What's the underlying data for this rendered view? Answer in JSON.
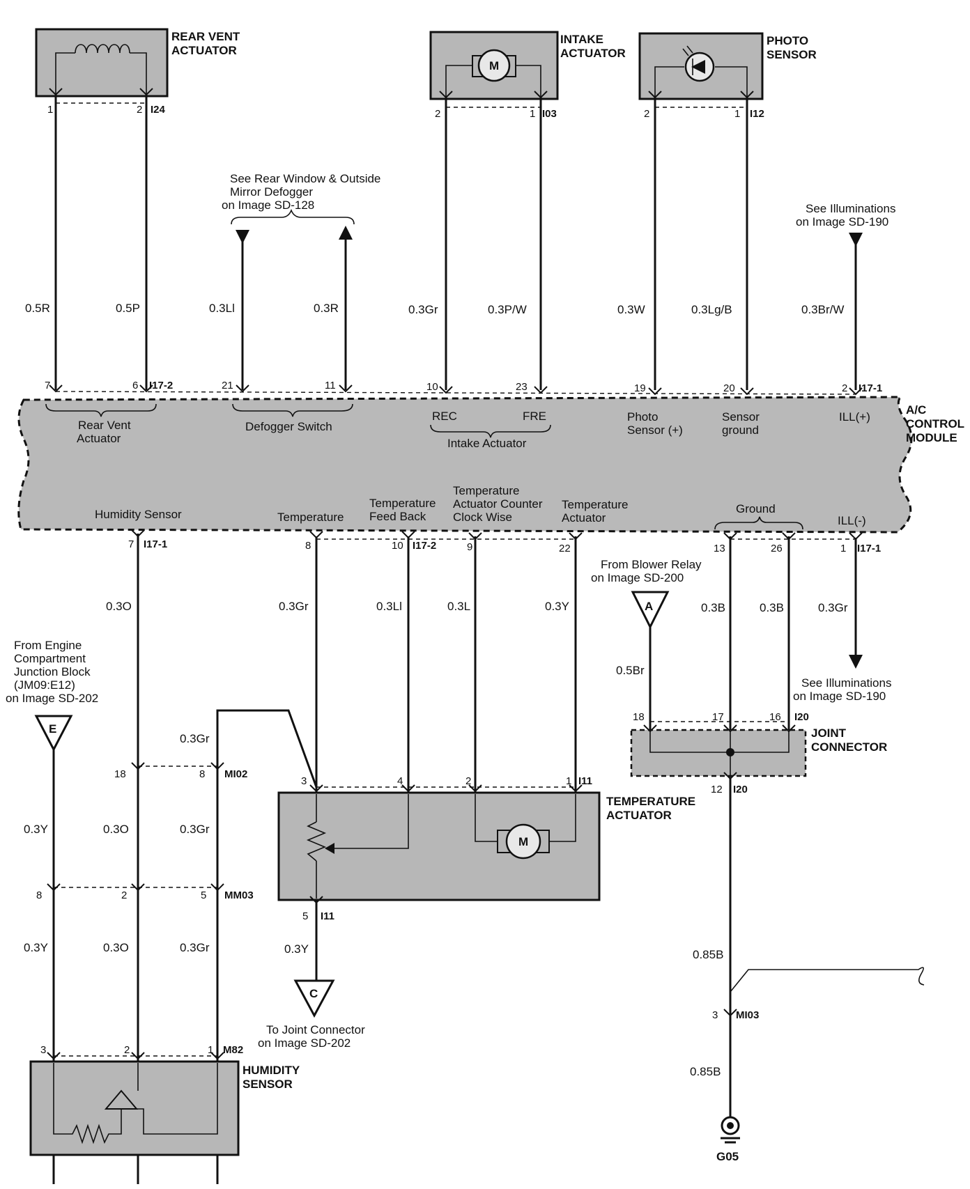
{
  "components": {
    "rear_vent_actuator": "REAR VENT\nACTUATOR",
    "intake_actuator": "INTAKE\nACTUATOR",
    "photo_sensor": "PHOTO\nSENSOR",
    "ac_control_module": "A/C\nCONTROL\nMODULE",
    "joint_connector": "JOINT\nCONNECTOR",
    "temperature_actuator": "TEMPERATURE\nACTUATOR",
    "humidity_sensor": "HUMIDITY\nSENSOR",
    "motor_symbol": "M",
    "ground": "G05"
  },
  "connectors": {
    "i24": "I24",
    "i03": "I03",
    "i12": "I12",
    "i17_2_top": "I17-2",
    "i17_1_top": "I17-1",
    "i17_1_bot_left": "I17-1",
    "i17_2_bot": "I17-2",
    "i17_1_bot_right": "I17-1",
    "i20_top": "I20",
    "i20_bottom": "I20",
    "mi02": "MI02",
    "mm03": "MM03",
    "i11_top": "I11",
    "i11_bottom": "I11",
    "m82": "M82",
    "mi03": "MI03"
  },
  "references": {
    "defogger": "See Rear Window & Outside\nMirror Defogger\non Image SD-128",
    "illum_top": "See Illuminations\non Image SD-190",
    "illum_bottom": "See Illuminations\non Image SD-190",
    "blower_relay": "From Blower Relay\non Image SD-200",
    "engine_junction": "From Engine\nCompartment\nJunction Block\n(JM09:E12)\non Image SD-202",
    "joint_connector_to": "To Joint Connector\non Image SD-202",
    "tag_a": "A",
    "tag_e": "E",
    "tag_c": "C"
  },
  "module_labels": {
    "rear_vent": "Rear Vent\nActuator",
    "defogger_switch": "Defogger Switch",
    "rec": "REC",
    "fre": "FRE",
    "intake_actuator": "Intake Actuator",
    "photo_sensor_plus": "Photo\nSensor (+)",
    "sensor_ground": "Sensor\nground",
    "ill_plus": "ILL(+)",
    "humidity_sensor": "Humidity Sensor",
    "temperature": "Temperature",
    "temp_feedback": "Temperature\nFeed Back",
    "temp_ccw": "Temperature\nActuator Counter\nClock Wise",
    "temp_actuator": "Temperature\nActuator",
    "ground": "Ground",
    "ill_minus": "ILL(-)"
  },
  "wires": {
    "w_05r": "0.5R",
    "w_05p": "0.5P",
    "w_03li_top": "0.3Ll",
    "w_03r": "0.3R",
    "w_03gr_top": "0.3Gr",
    "w_03pw": "0.3P/W",
    "w_03w": "0.3W",
    "w_03lgb": "0.3Lg/B",
    "w_03brw": "0.3Br/W",
    "w_03o_a": "0.3O",
    "w_03gr_b": "0.3Gr",
    "w_03li_b": "0.3Ll",
    "w_03l": "0.3L",
    "w_03y_b": "0.3Y",
    "w_03b_1": "0.3B",
    "w_03b_2": "0.3B",
    "w_03gr_ill": "0.3Gr",
    "w_05br": "0.5Br",
    "w_03gr_mi02": "0.3Gr",
    "w_03y_e1": "0.3Y",
    "w_03o_b": "0.3O",
    "w_03gr_c": "0.3Gr",
    "w_03y_e2": "0.3Y",
    "w_03o_c": "0.3O",
    "w_03gr_d": "0.3Gr",
    "w_03y_c": "0.3Y",
    "w_085b_1": "0.85B",
    "w_085b_2": "0.85B"
  },
  "pins": {
    "rv1": "1",
    "rv2": "2",
    "ia2": "2",
    "ia1": "1",
    "ps2": "2",
    "ps1": "1",
    "m7": "7",
    "m6": "6",
    "m21": "21",
    "m11": "11",
    "m10": "10",
    "m23": "23",
    "m19": "19",
    "m20": "20",
    "m2": "2",
    "b7": "7",
    "b8": "8",
    "b10": "10",
    "b9": "9",
    "b22": "22",
    "b13": "13",
    "b26": "26",
    "b1": "1",
    "j18": "18",
    "j17": "17",
    "j16": "16",
    "j12": "12",
    "mi02_18": "18",
    "mi02_8": "8",
    "ta3": "3",
    "ta4": "4",
    "ta2": "2",
    "ta1": "1",
    "ta5": "5",
    "mm03_8": "8",
    "mm03_2": "2",
    "mm03_5": "5",
    "hs3": "3",
    "hs2": "2",
    "hs1": "1",
    "mi03_3": "3"
  }
}
